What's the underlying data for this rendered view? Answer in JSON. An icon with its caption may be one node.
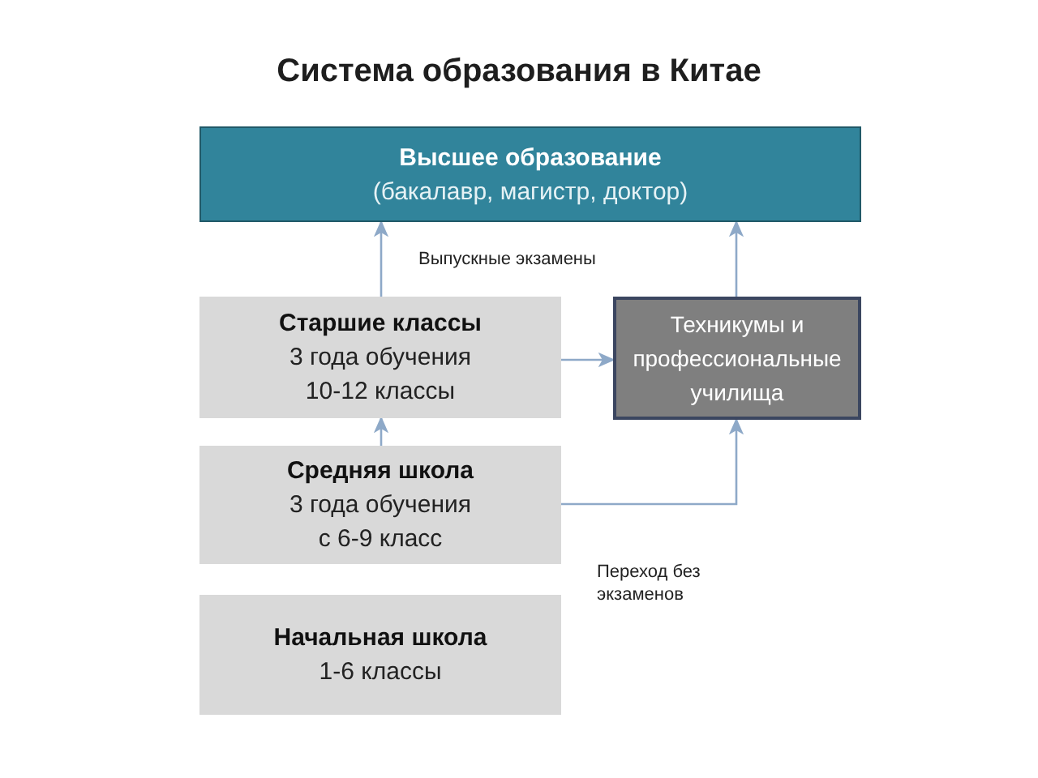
{
  "diagram": {
    "title": "Система образования в Китае",
    "nodes": [
      {
        "text": [
          "Высшее образование",
          "(бакалавр, магистр, доктор)"
        ]
      },
      {
        "text": [
          "Старшие классы",
          "3 года обучения",
          "10-12 классы"
        ]
      },
      {
        "text": [
          "Техникумы и профессиональные училища"
        ]
      },
      {
        "text": [
          "Средняя школа",
          "3 года обучения",
          "с 6-9 класс"
        ]
      },
      {
        "text": [
          "Начальная школа",
          "1-6 классы"
        ]
      }
    ],
    "edges": [
      {
        "from": 1,
        "to": 0,
        "arrow": "to"
      },
      {
        "from": 2,
        "to": 0,
        "arrow": "to"
      },
      {
        "from": 1,
        "to": 2,
        "arrow": "to"
      },
      {
        "from": 3,
        "to": 1,
        "arrow": "to"
      },
      {
        "from": 3,
        "to": 2,
        "arrow": "to"
      }
    ],
    "labels": [
      "Выпускные экзамены",
      "Переход без экзаменов"
    ]
  }
}
